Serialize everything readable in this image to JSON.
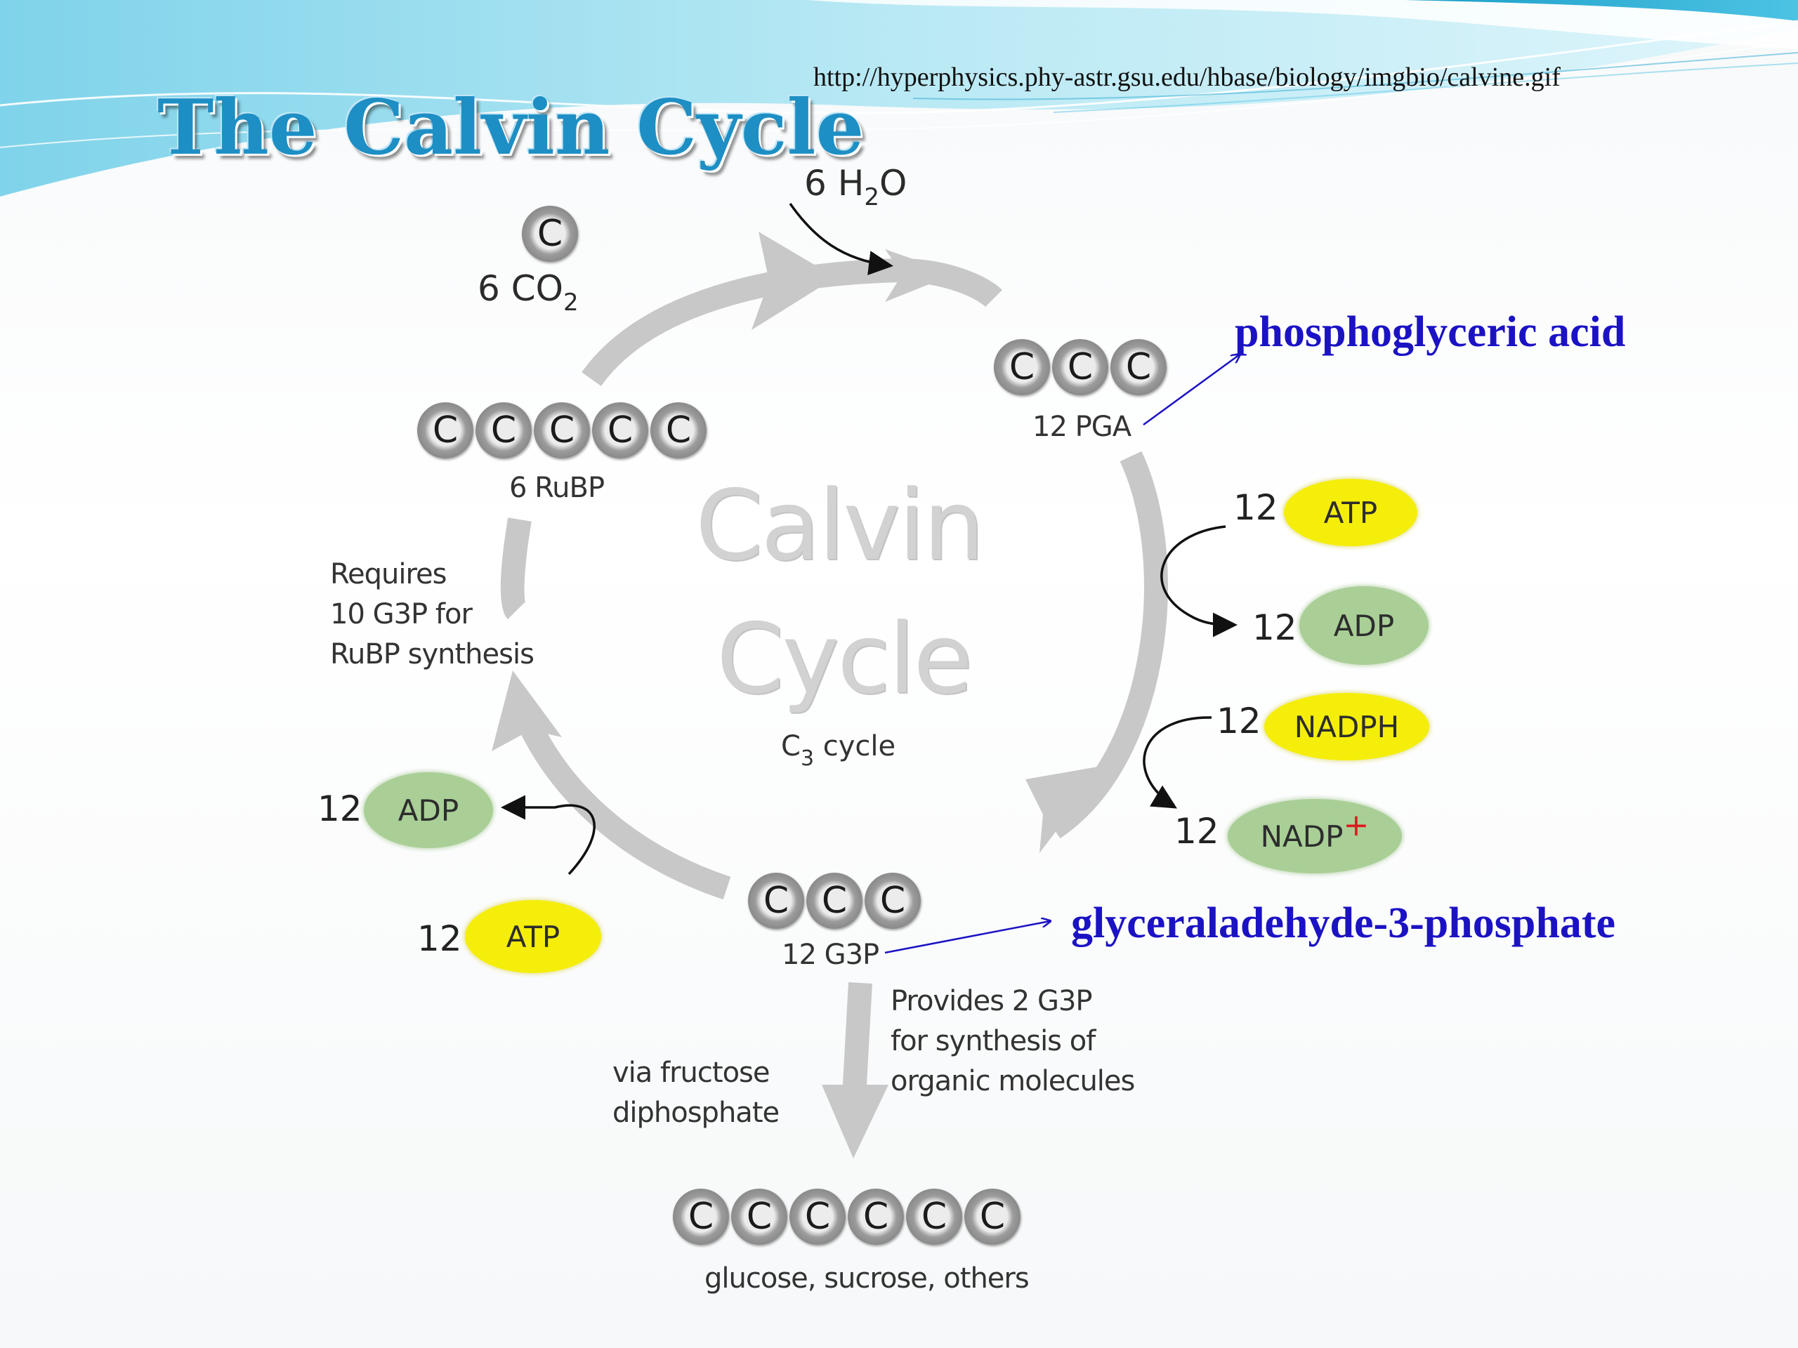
{
  "slide": {
    "title": "The Calvin Cycle",
    "source_url": "http://hyperphysics.phy-astr.gsu.edu/hbase/biology/imgbio/calvine.gif",
    "annotations": {
      "pga_name": "phosphoglyceric acid",
      "g3p_name": "glyceraladehyde-3-phosphate"
    },
    "colors": {
      "title": "#1e8fc4",
      "annotation": "#1b12c4",
      "atp_nadph": "#f5ee0b",
      "adp_nadp": "#a9cf96",
      "cycle_arrow": "#c8c8c8"
    }
  },
  "diagram": {
    "center_title_line1": "Calvin",
    "center_title_line2": "Cycle",
    "subtitle": {
      "prefix": "C",
      "subscript": "3",
      "suffix": "cycle"
    },
    "carbon_symbol": "C",
    "co2": {
      "coefficient": "6",
      "formula": "CO",
      "subscript": "2"
    },
    "water": {
      "coefficient": "6",
      "h": "H",
      "subscript": "2",
      "o": "O"
    },
    "pga": {
      "label": "12 PGA",
      "carbons": 3
    },
    "rubp": {
      "label": "6 RuBP",
      "carbons": 5
    },
    "g3p": {
      "label": "12 G3P",
      "carbons": 3
    },
    "glucose": {
      "label": "glucose, sucrose, others",
      "carbons": 6
    },
    "notes": {
      "requires": "Requires\n10 G3P for\nRuBP synthesis",
      "provides": "Provides 2 G3P\nfor synthesis of\norganic molecules",
      "via": "via fructose\ndiphosphate"
    },
    "right_side": {
      "atp": {
        "count": "12",
        "label": "ATP"
      },
      "adp": {
        "count": "12",
        "label": "ADP"
      },
      "nadph": {
        "count": "12",
        "label": "NADPH"
      },
      "nadp": {
        "count": "12",
        "label": "NADP",
        "superscript": "+"
      }
    },
    "left_side": {
      "adp": {
        "count": "12",
        "label": "ADP"
      },
      "atp": {
        "count": "12",
        "label": "ATP"
      }
    }
  }
}
